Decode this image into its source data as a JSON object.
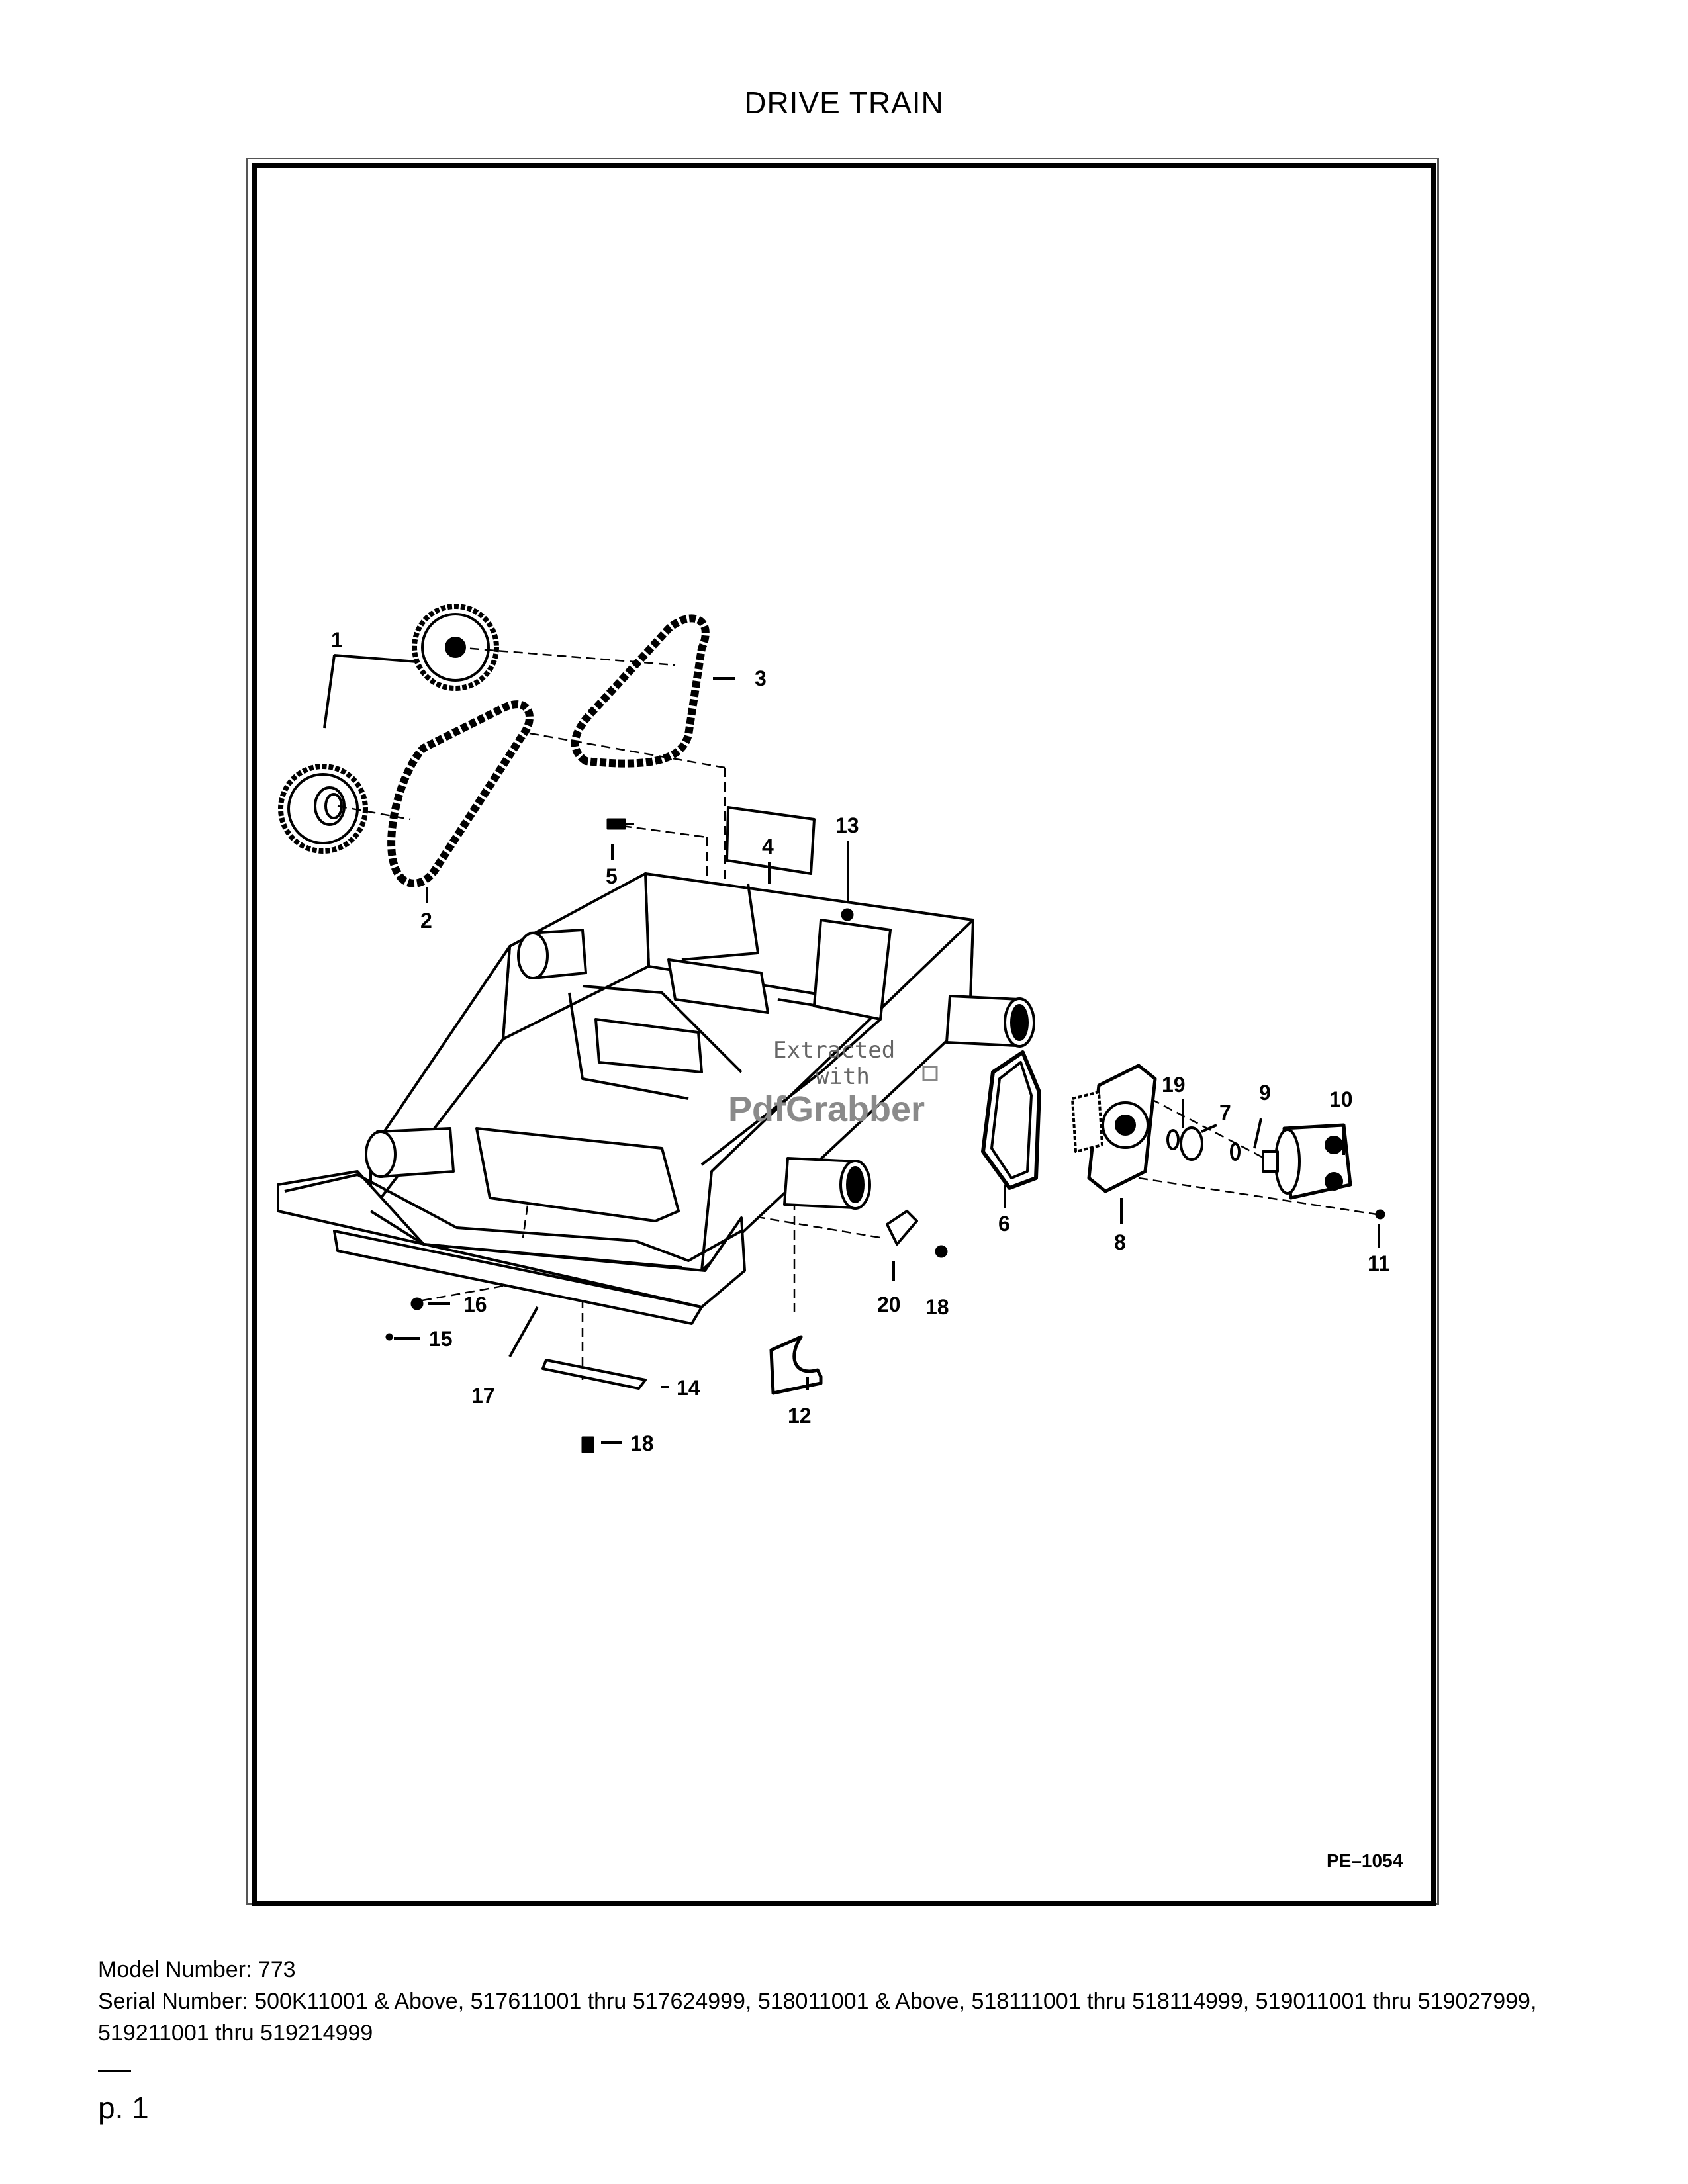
{
  "page": {
    "title": "DRIVE TRAIN",
    "figure_id": "PE–1054",
    "watermark": [
      "Extracted",
      "with",
      "PdfGrabber"
    ],
    "model_number": "Model Number: 773",
    "serial_number": "Serial Number: 500K11001 & Above, 517611001 thru 517624999, 518011001 & Above, 518111001 thru 518114999, 519011001 thru 519027999, 519211001 thru 519214999",
    "page_number": "p. 1"
  },
  "callouts": [
    "1",
    "2",
    "3",
    "4",
    "5",
    "6",
    "7",
    "8",
    "9",
    "10",
    "11",
    "12",
    "13",
    "14",
    "15",
    "16",
    "17",
    "18",
    "18",
    "19",
    "20"
  ]
}
